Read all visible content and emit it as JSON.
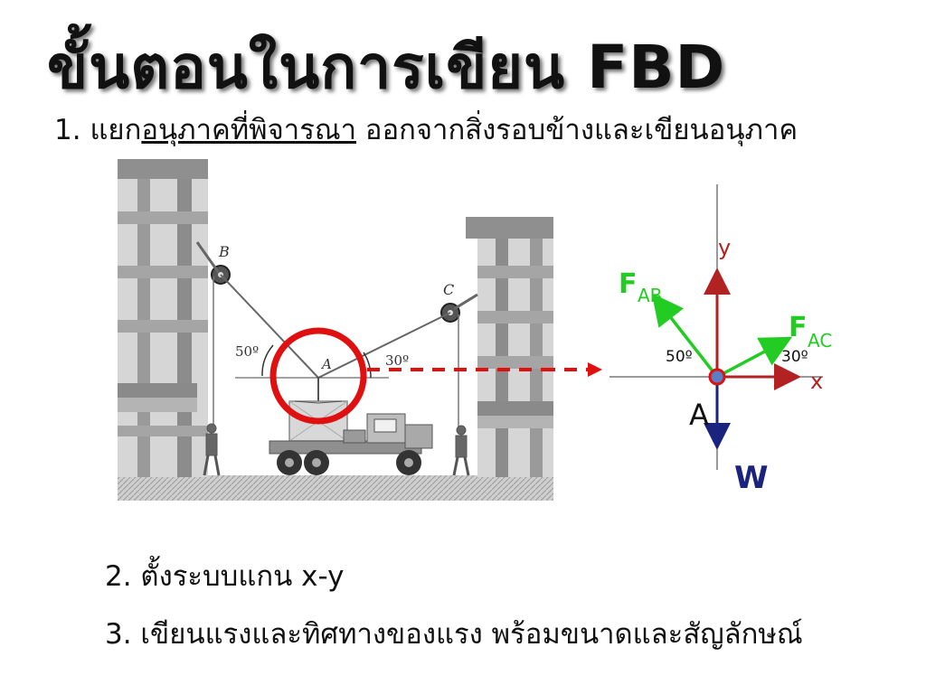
{
  "slide": {
    "title": "ขั้นตอนในการเขียน FBD",
    "step1": {
      "number": "1. ",
      "prefix": "แยก",
      "underlined": "อนุภาคที่พิจารณา",
      "suffix": " ออกจากสิ่งรอบข้างและเขียนอนุภาค"
    },
    "step2": "2. ตั้งระบบแกน x-y",
    "step3": "3. เขียนแรงและทิศทางของแรง พร้อมขนาดและสัญลักษณ์"
  },
  "photo": {
    "label_b": "B",
    "label_c": "C",
    "label_a": "A",
    "angle_left": "50º",
    "angle_right": "30º"
  },
  "fbd": {
    "axis_y": "y",
    "axis_x": "x",
    "force_ab_main": "F",
    "force_ab_sub": "AB",
    "force_ac_main": "F",
    "force_ac_sub": "AC",
    "angle_ab": "50º",
    "angle_ac": "30º",
    "point_label": "A",
    "weight_label": "W",
    "colors": {
      "forces": "#22cc22",
      "axes": "#b22222",
      "weight": "#1a237e",
      "highlight": "#e01010"
    }
  }
}
